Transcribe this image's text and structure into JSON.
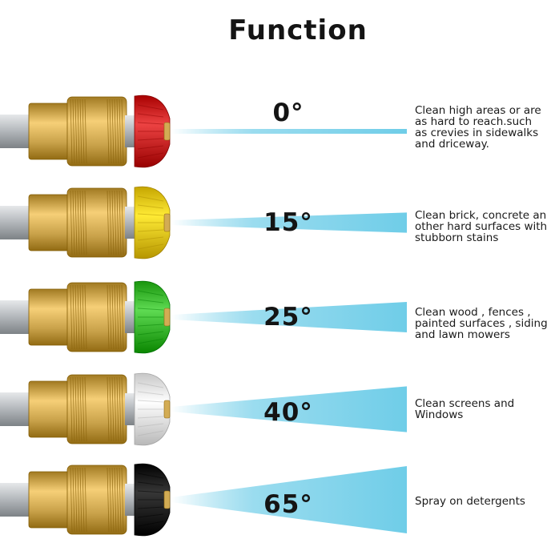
{
  "title": "Function",
  "colors": {
    "brass": "#c9a24a",
    "spray": "#6fcde8"
  },
  "nozzles": [
    {
      "angle_label": "0°",
      "tip_color": "#d42a2a",
      "tip_color_name": "red",
      "spray_angle_deg": 0,
      "description_lines": [
        "Clean high areas or are",
        "as hard to reach.such",
        "as crevies in sidewalks",
        "and driceway."
      ]
    },
    {
      "angle_label": "15°",
      "tip_color": "#f2d21c",
      "tip_color_name": "yellow",
      "spray_angle_deg": 15,
      "description_lines": [
        "Clean brick, concrete an",
        "other hard surfaces with",
        "stubborn stains"
      ]
    },
    {
      "angle_label": "25°",
      "tip_color": "#46c23a",
      "tip_color_name": "green",
      "spray_angle_deg": 25,
      "description_lines": [
        "Clean wood , fences ,",
        "painted surfaces , siding",
        "and lawn mowers"
      ]
    },
    {
      "angle_label": "40°",
      "tip_color": "#f4f4f4",
      "tip_color_name": "white",
      "spray_angle_deg": 40,
      "description_lines": [
        "Clean screens and",
        "Windows"
      ]
    },
    {
      "angle_label": "65°",
      "tip_color": "#1e1e1e",
      "tip_color_name": "black",
      "spray_angle_deg": 65,
      "description_lines": [
        "Spray on detergents"
      ]
    }
  ]
}
